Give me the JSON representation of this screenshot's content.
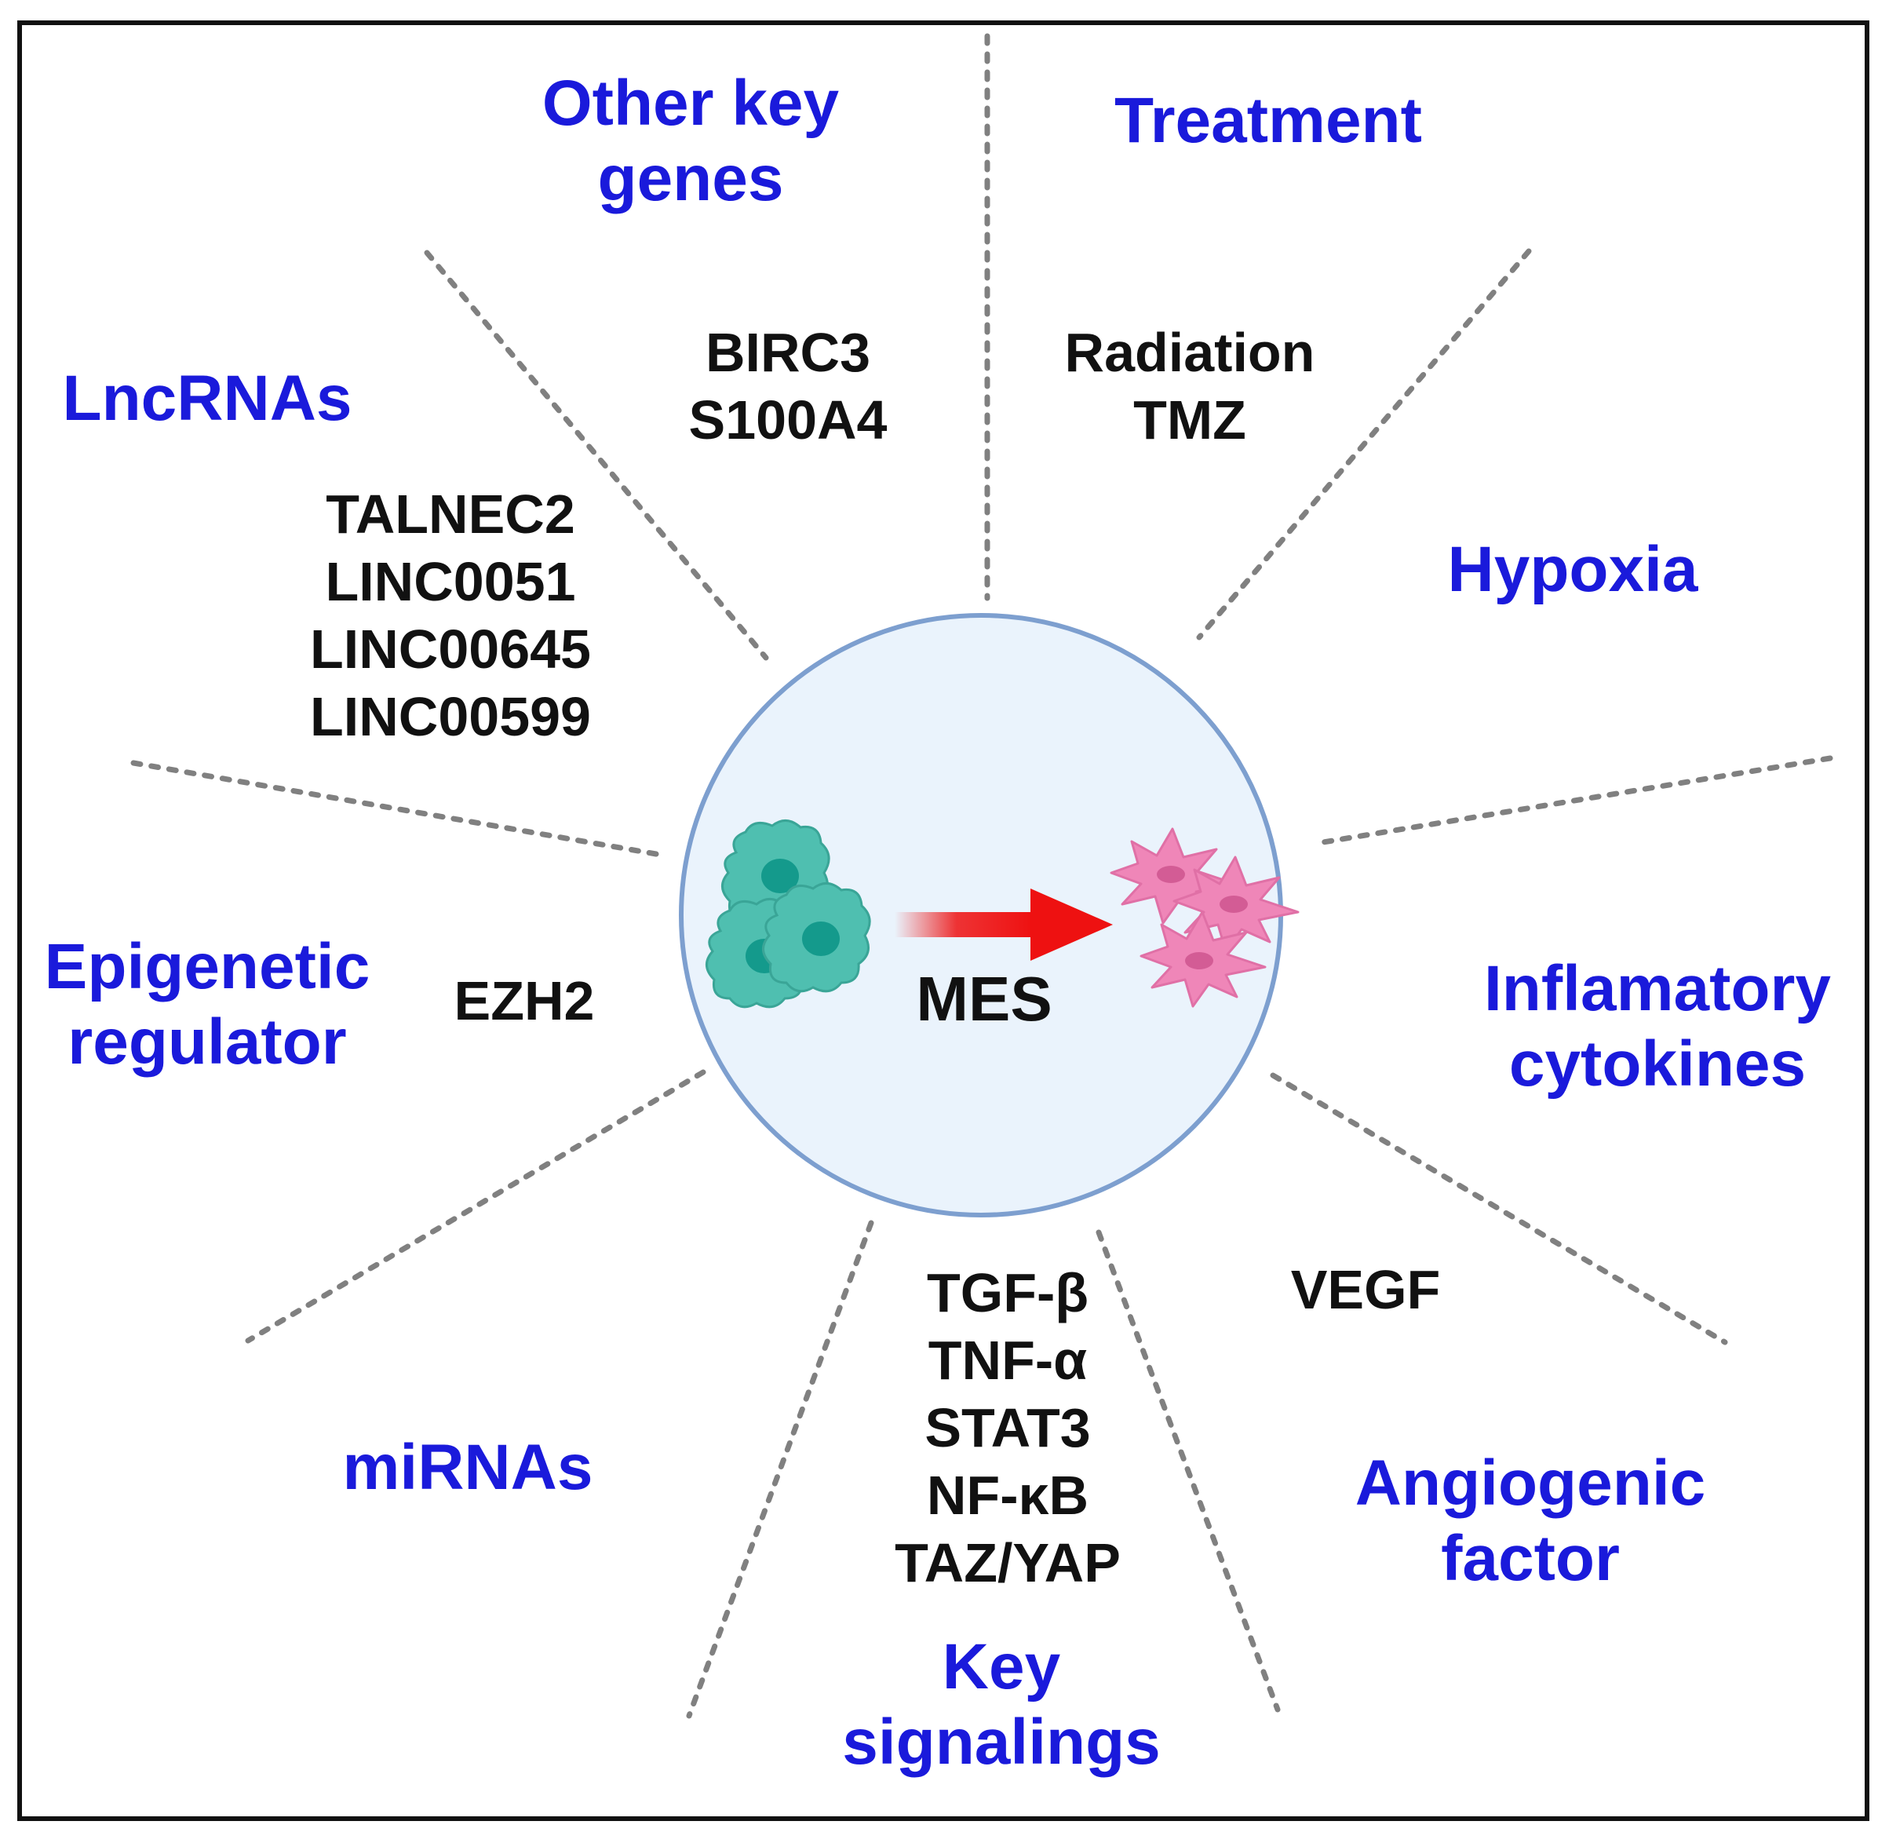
{
  "center": {
    "label": "MES",
    "colors": {
      "circle_fill": "#eaf3fc",
      "circle_stroke": "#7d9fcf",
      "arrow": "#ee1111",
      "stem_cell": "#4fbfb0",
      "stem_nucleus": "#149a8c",
      "mes_cell": "#ef86b8",
      "mes_nucleus": "#d35c95"
    }
  },
  "categories": {
    "other_key_genes": {
      "lines": [
        "Other key",
        "genes"
      ],
      "items": [
        "BIRC3",
        "S100A4"
      ]
    },
    "treatment": {
      "lines": [
        "Treatment"
      ],
      "items": [
        "Radiation",
        "TMZ"
      ]
    },
    "hypoxia": {
      "lines": [
        "Hypoxia"
      ],
      "items": []
    },
    "inflamatory_cytokines": {
      "lines": [
        "Inflamatory",
        "cytokines"
      ],
      "items": []
    },
    "angiogenic_factor": {
      "lines": [
        "Angiogenic",
        "factor"
      ],
      "items": [
        "VEGF"
      ]
    },
    "key_signalings": {
      "lines": [
        "Key",
        "signalings"
      ],
      "items": [
        "TGF-β",
        "TNF-α",
        "STAT3",
        "NF-κB",
        "TAZ/YAP"
      ]
    },
    "mirnas": {
      "lines": [
        "miRNAs"
      ],
      "items": []
    },
    "epigenetic_regulator": {
      "lines": [
        "Epigenetic",
        "regulator"
      ],
      "items": [
        "EZH2"
      ]
    },
    "lncrnas": {
      "lines": [
        "LncRNAs"
      ],
      "items": [
        "TALNEC2",
        "LINC0051",
        "LINC00645",
        "LINC00599"
      ]
    }
  },
  "colors": {
    "category_text": "#1a1adb",
    "item_text": "#111111",
    "divider": "#808080",
    "frame": "#111111"
  }
}
